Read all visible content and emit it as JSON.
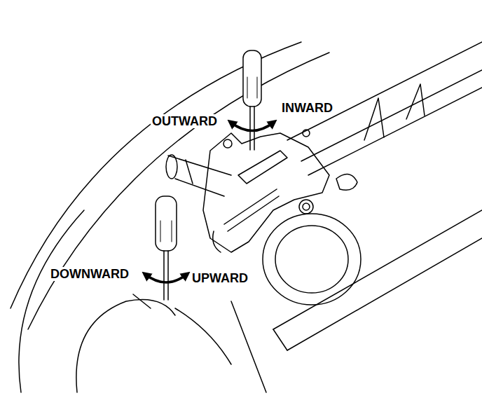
{
  "diagram": {
    "labels": [
      "OUTWARD",
      "INWARD",
      "DOWNWARD",
      "UPWARD"
    ]
  }
}
